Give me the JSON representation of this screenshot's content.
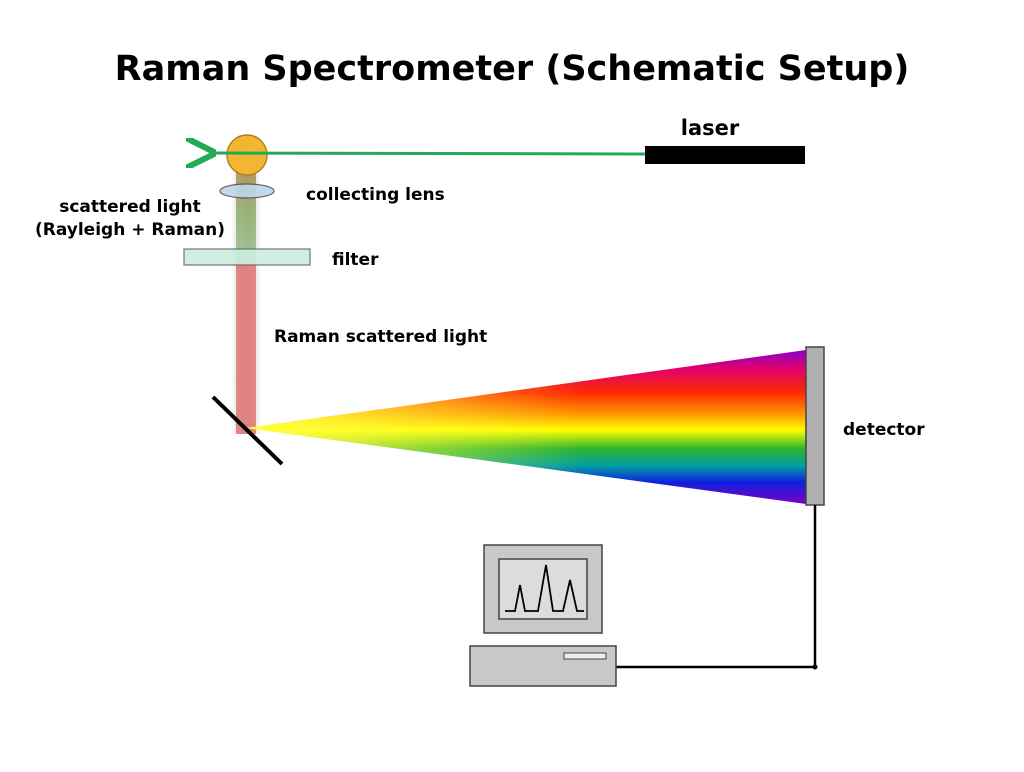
{
  "title": "Raman Spectrometer (Schematic Setup)",
  "labels": {
    "laser": "laser",
    "collecting_lens": "collecting lens",
    "scattered_light_line1": "scattered light",
    "scattered_light_line2": "(Rayleigh + Raman)",
    "filter": "filter",
    "raman_scattered_light": "Raman scattered light",
    "detector": "detector"
  },
  "colors": {
    "laser_beam": "#22aa55",
    "sample": "#f2b632",
    "lens": "#bcd8e8",
    "filter": "#cdeedd",
    "raman_beam": "#e07a7a",
    "detector": "#b0b0b0",
    "computer": "#c8c8c8"
  },
  "icons": [
    "sample-icon",
    "lens-icon",
    "filter-icon",
    "mirror-icon",
    "prism-spectrum-icon",
    "detector-icon",
    "computer-icon"
  ]
}
